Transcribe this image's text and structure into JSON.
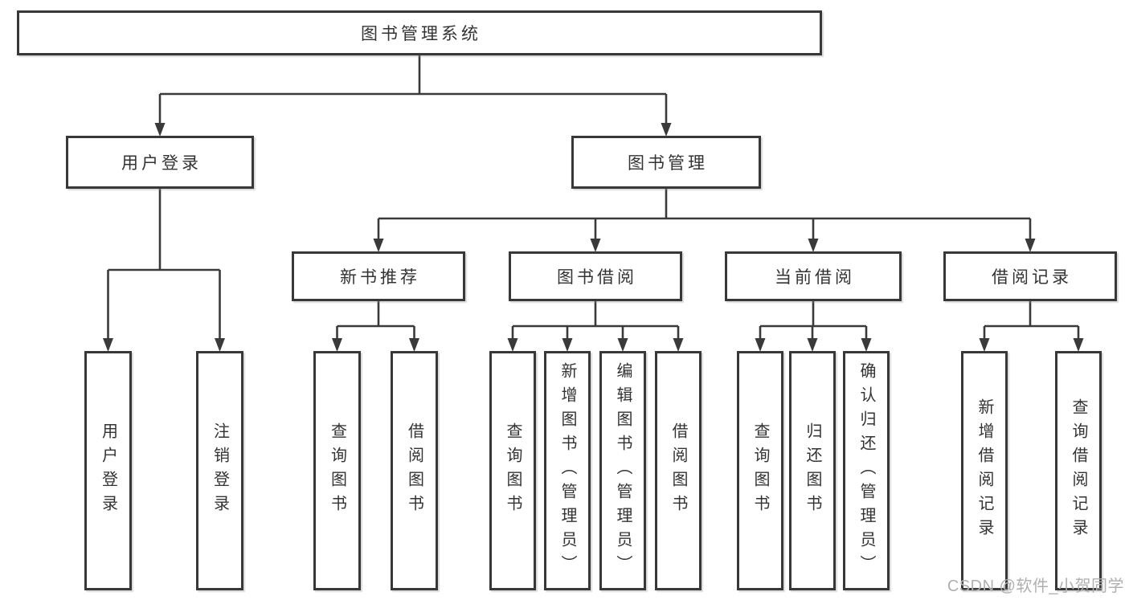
{
  "diagram": {
    "title": "图书管理系统",
    "nodes": [
      {
        "id": "root",
        "label": "图书管理系统",
        "level": 1
      },
      {
        "id": "user-login",
        "label": "用户登录",
        "level": 2
      },
      {
        "id": "book-mgmt",
        "label": "图书管理",
        "level": 2
      },
      {
        "id": "new-book-rec",
        "label": "新书推荐",
        "level": 3
      },
      {
        "id": "book-borrow",
        "label": "图书借阅",
        "level": 3
      },
      {
        "id": "current-borrow",
        "label": "当前借阅",
        "level": 3
      },
      {
        "id": "borrow-records",
        "label": "借阅记录",
        "level": 3
      },
      {
        "id": "leaf-user-login",
        "label": "用户登录",
        "vertical": true
      },
      {
        "id": "leaf-logout",
        "label": "注销登录",
        "vertical": true
      },
      {
        "id": "leaf-nbr-query-book",
        "label": "查询图书",
        "vertical": true
      },
      {
        "id": "leaf-nbr-borrow-book",
        "label": "借阅图书",
        "vertical": true
      },
      {
        "id": "leaf-bb-query-book",
        "label": "查询图书",
        "vertical": true
      },
      {
        "id": "leaf-bb-add-book",
        "label": "新增图书（管理员）",
        "vertical": true
      },
      {
        "id": "leaf-bb-edit-book",
        "label": "编辑图书（管理员）",
        "vertical": true
      },
      {
        "id": "leaf-bb-borrow-book",
        "label": "借阅图书",
        "vertical": true
      },
      {
        "id": "leaf-cb-query-book",
        "label": "查询图书",
        "vertical": true
      },
      {
        "id": "leaf-cb-return-book",
        "label": "归还图书",
        "vertical": true
      },
      {
        "id": "leaf-cb-confirm",
        "label": "确认归还（管理员）",
        "vertical": true
      },
      {
        "id": "leaf-br-add-record",
        "label": "新增借阅记录",
        "vertical": true
      },
      {
        "id": "leaf-br-query-record",
        "label": "查询借阅记录",
        "vertical": true
      }
    ],
    "edges": [
      {
        "from": "root",
        "to": [
          "user-login",
          "book-mgmt"
        ]
      },
      {
        "from": "user-login",
        "to": [
          "leaf-user-login",
          "leaf-logout"
        ]
      },
      {
        "from": "book-mgmt",
        "to": [
          "new-book-rec",
          "book-borrow",
          "current-borrow",
          "borrow-records"
        ]
      },
      {
        "from": "new-book-rec",
        "to": [
          "leaf-nbr-query-book",
          "leaf-nbr-borrow-book"
        ]
      },
      {
        "from": "book-borrow",
        "to": [
          "leaf-bb-query-book",
          "leaf-bb-add-book",
          "leaf-bb-edit-book",
          "leaf-bb-borrow-book"
        ]
      },
      {
        "from": "current-borrow",
        "to": [
          "leaf-cb-query-book",
          "leaf-cb-return-book",
          "leaf-cb-confirm"
        ]
      },
      {
        "from": "borrow-records",
        "to": [
          "leaf-br-add-record",
          "leaf-br-query-record"
        ]
      }
    ]
  },
  "watermark": {
    "text": "CSDN @软件_小贺同学"
  },
  "colors": {
    "line": "#3a3a3a",
    "box_border": "#383838",
    "text": "#333333",
    "background": "#ffffff",
    "watermark": "#b0b0b0"
  }
}
